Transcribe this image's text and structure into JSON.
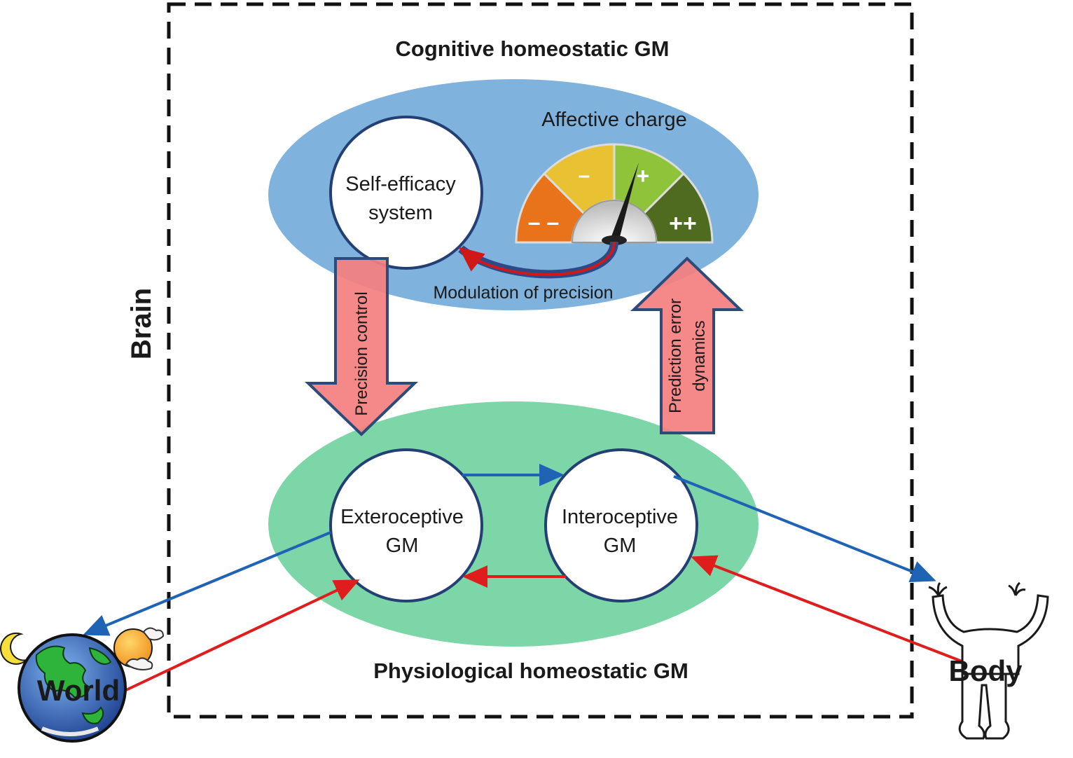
{
  "brain_label": "Brain",
  "cognitive": {
    "title": "Cognitive homeostatic GM",
    "self_efficacy_line1": "Self-efficacy",
    "self_efficacy_line2": "system",
    "affective_charge": "Affective charge",
    "modulation": "Modulation  of precision",
    "gauge": {
      "segments": [
        "– –",
        "–",
        "+",
        "++"
      ],
      "colors": [
        "#e8731a",
        "#e9c234",
        "#8fc33a",
        "#4f6b1f"
      ]
    }
  },
  "arrows": {
    "precision_control": "Precision control",
    "prediction_error_line1": "Prediction error",
    "prediction_error_line2": "dynamics"
  },
  "physiological": {
    "title": "Physiological  homeostatic  GM",
    "extero_line1": "Exteroceptive",
    "extero_line2": "GM",
    "intero_line1": "Interoceptive",
    "intero_line2": "GM"
  },
  "world_label": "World",
  "body_label": "Body",
  "colors": {
    "cognitive_ellipse": "#7fb2dd",
    "physiological_ellipse": "#7dd6a8",
    "circle_stroke": "#233f73",
    "big_arrow_fill": "#f47f7f",
    "big_arrow_stroke": "#2c4a7a",
    "blue_arrow": "#1f63b5",
    "red_arrow": "#e01d1d"
  }
}
